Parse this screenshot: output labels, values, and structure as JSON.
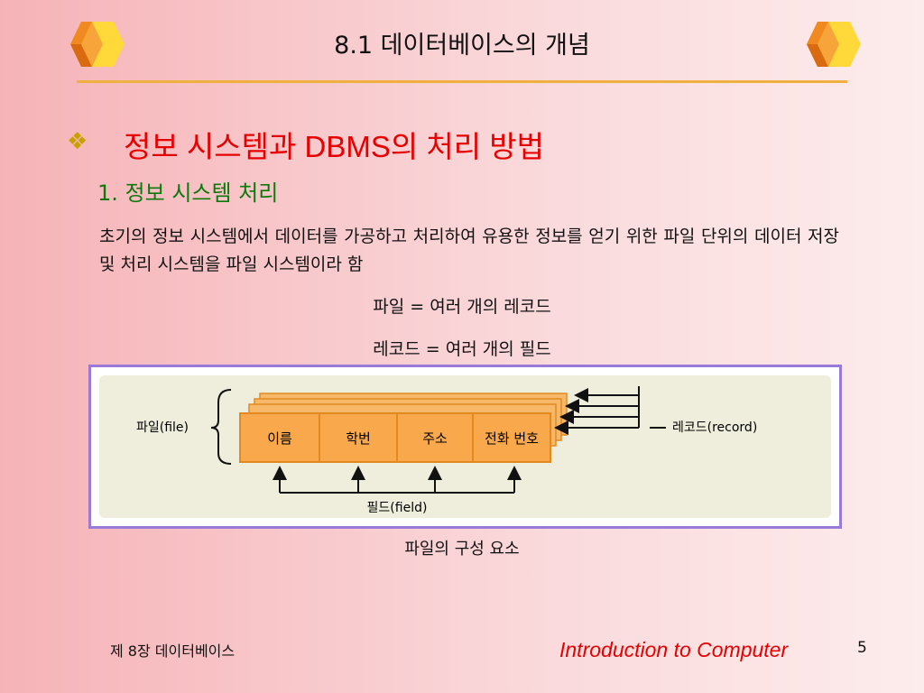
{
  "slide": {
    "title": "8.1 데이터베이스의 개념",
    "heading": "정보 시스템과 DBMS의 처리 방법",
    "subheading": "1. 정보 시스템 처리",
    "body": "초기의 정보 시스템에서 데이터를 가공하고 처리하여 유용한 정보를 얻기 위한 파일 단위의 데이터 저장 및 처리 시스템을 파일 시스템이라 함",
    "equation_file": "파일 = 여러 개의 레코드",
    "equation_record": "레코드 = 여러 개의 필드",
    "caption": "파일의 구성 요소"
  },
  "diagram": {
    "label_file": "파일(file)",
    "label_record": "레코드(record)",
    "label_field": "필드(field)",
    "fields": [
      "이름",
      "학번",
      "주소",
      "전화 번호"
    ],
    "colors": {
      "cell_fill": "#f9a94c",
      "cell_border": "#e08a20",
      "back_fill": "#f7b86a"
    }
  },
  "footer": {
    "chapter": "제 8장 데이터베이스",
    "course": "Introduction to Computer",
    "page": "5"
  },
  "colors": {
    "heading": "#e60000",
    "subheading": "#0a7a0a",
    "rule": "#f0b040",
    "bullet": "#c8a000",
    "frame": "#9a7ad8"
  },
  "icons": {
    "bullet": "diamond-bullet-icon",
    "decoration": "cube-decoration-icon"
  }
}
